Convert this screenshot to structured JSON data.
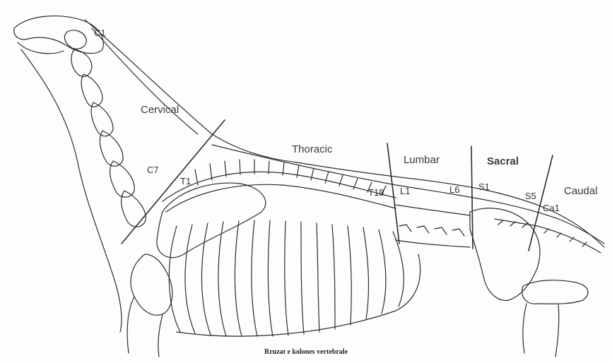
{
  "regions": {
    "cervical": "Cervical",
    "thoracic": "Thoracic",
    "lumbar": "Lumbar",
    "sacral": "Sacral",
    "caudal": "Caudal"
  },
  "vertebrae": {
    "c1": "C1",
    "c7": "C7",
    "t1": "T1",
    "t18": "T18",
    "l1": "L1",
    "l6": "L6",
    "s1": "S1",
    "s5": "S5",
    "ca1": "Ca1"
  },
  "caption": "Rruzat e kolones vertebrale",
  "colors": {
    "line": "#2b2b2b",
    "text": "#3a3a3a"
  }
}
